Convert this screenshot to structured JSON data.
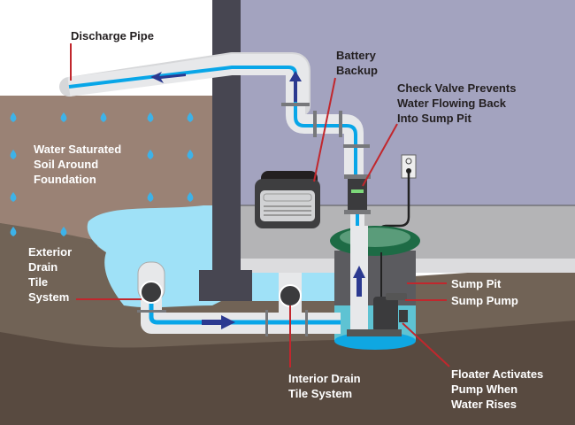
{
  "diagram": {
    "title": "Sump Pump System",
    "labels": {
      "discharge_pipe": "Discharge Pipe",
      "battery_backup": [
        "Battery",
        "Backup"
      ],
      "check_valve": [
        "Check Valve Prevents",
        "Water Flowing Back",
        "Into Sump Pit"
      ],
      "saturated_soil": [
        "Water Saturated",
        "Soil Around",
        "Foundation"
      ],
      "exterior_drain": [
        "Exterior",
        "Drain",
        "Tile",
        "System"
      ],
      "sump_pit": "Sump Pit",
      "sump_pump": "Sump Pump",
      "interior_drain": [
        "Interior Drain",
        "Tile System"
      ],
      "floater": [
        "Floater Activates",
        "Pump When",
        "Water Rises"
      ]
    },
    "icons": [
      "water-drop-icon",
      "flow-arrow-icon",
      "battery-icon",
      "outlet-icon",
      "check-valve-icon"
    ],
    "colors": {
      "sky": "#ffffff",
      "wall": "#a3a3bf",
      "foundation": "#474651",
      "soil_upper": "#9a8275",
      "soil_mid": "#716356",
      "soil_deep": "#584a40",
      "water": "#9fe1f7",
      "pipe": "#e7e8ea",
      "flow": "#08a6e8",
      "arrow": "#2b3990",
      "leader": "#c1272d",
      "lid": "#1d6b45"
    }
  }
}
